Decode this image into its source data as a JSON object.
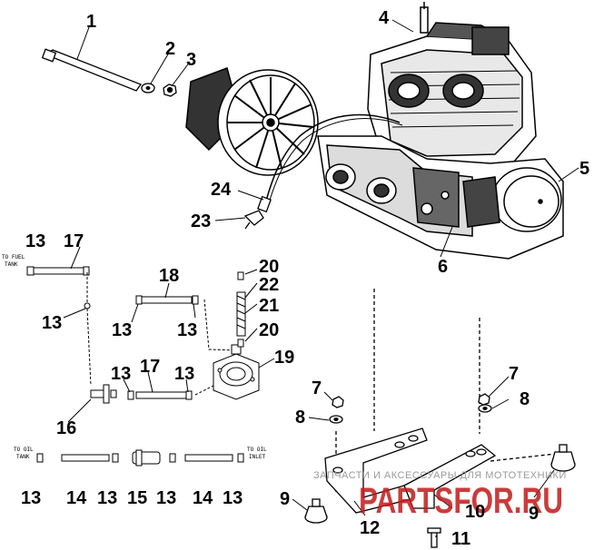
{
  "callouts": {
    "c1": "1",
    "c2": "2",
    "c3": "3",
    "c4": "4",
    "c5": "5",
    "c6": "6",
    "c24": "24",
    "c23": "23",
    "c13a": "13",
    "c17a": "17",
    "c13b": "13",
    "c18": "18",
    "c13c": "13",
    "c13d": "13",
    "c20a": "20",
    "c22": "22",
    "c21": "21",
    "c20b": "20",
    "c19": "19",
    "c13e": "13",
    "c17b": "17",
    "c13f": "13",
    "c16": "16",
    "c7a": "7",
    "c8a": "8",
    "c7b": "7",
    "c8b": "8",
    "c13g": "13",
    "c14a": "14",
    "c13h": "13",
    "c15": "15",
    "c13i": "13",
    "c14b": "14",
    "c13j": "13",
    "c9a": "9",
    "c12": "12",
    "c11": "11",
    "c10": "10",
    "c9b": "9"
  },
  "line_labels": {
    "to_fuel_tank_1": "TO FUEL",
    "to_fuel_tank_2": "TANK",
    "to_oil_tank_1": "TO OIL",
    "to_oil_tank_2": "TANK",
    "to_oil_inlet_1": "TO OIL",
    "to_oil_inlet_2": "INLET"
  },
  "watermark": {
    "line1": "ЗАПЧАСТИ И АКСЕССУАРЫ ДЛЯ МОТОТЕХНИКИ",
    "brand": "PARTSFOR.RU"
  },
  "colors": {
    "ink": "#000000",
    "watermark_red": "#c41a1a",
    "watermark_grey": "#9a9a9a"
  }
}
